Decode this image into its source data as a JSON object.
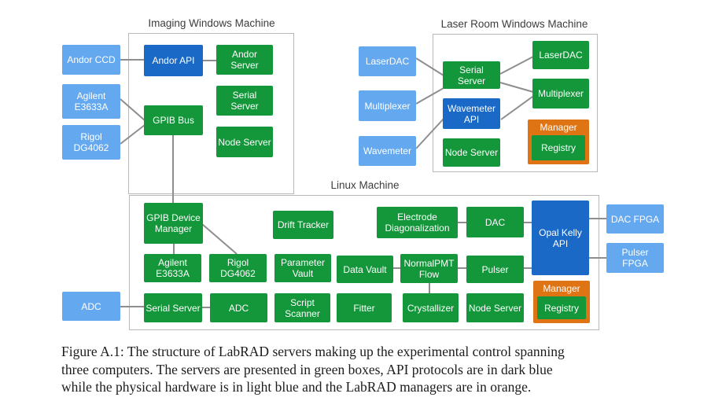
{
  "colors": {
    "server_green": "#14963a",
    "api_blue": "#1a69c7",
    "hardware_blue": "#64a9f0",
    "manager_orange": "#de7414",
    "connector_gray": "#8e8e8e"
  },
  "machines": {
    "imaging": {
      "title": "Imaging Windows Machine"
    },
    "laser": {
      "title": "Laser Room Windows Machine"
    },
    "linux": {
      "title": "Linux Machine"
    }
  },
  "nodes": {
    "andor_ccd": {
      "label": "Andor CCD",
      "type": "hardware"
    },
    "agilent_hw_img": {
      "label": "Agilent E3633A",
      "type": "hardware"
    },
    "rigol_hw_img": {
      "label": "Rigol DG4062",
      "type": "hardware"
    },
    "andor_api": {
      "label": "Andor API",
      "type": "api"
    },
    "gpib_bus": {
      "label": "GPIB Bus",
      "type": "server"
    },
    "andor_server": {
      "label": "Andor Server",
      "type": "server"
    },
    "serial_server_img": {
      "label": "Serial Server",
      "type": "server"
    },
    "node_server_img": {
      "label": "Node Server",
      "type": "server"
    },
    "laserdac_hw": {
      "label": "LaserDAC",
      "type": "hardware"
    },
    "multiplexer_hw": {
      "label": "Multiplexer",
      "type": "hardware"
    },
    "wavemeter_hw": {
      "label": "Wavemeter",
      "type": "hardware"
    },
    "serial_server_laser": {
      "label": "Serial Server",
      "type": "server"
    },
    "wavemeter_api": {
      "label": "Wavemeter API",
      "type": "api"
    },
    "node_server_laser": {
      "label": "Node Server",
      "type": "server"
    },
    "laserdac_srv": {
      "label": "LaserDAC",
      "type": "server"
    },
    "multiplexer_srv": {
      "label": "Multiplexer",
      "type": "server"
    },
    "manager_laser": {
      "label": "Manager",
      "type": "manager"
    },
    "registry_laser": {
      "label": "Registry",
      "type": "server"
    },
    "adc_hw": {
      "label": "ADC",
      "type": "hardware"
    },
    "gpib_device_manager": {
      "label": "GPIB Device Manager",
      "type": "server"
    },
    "agilent_srv": {
      "label": "Agilent E3633A",
      "type": "server"
    },
    "rigol_srv": {
      "label": "Rigol DG4062",
      "type": "server"
    },
    "serial_server_linux": {
      "label": "Serial Server",
      "type": "server"
    },
    "adc_srv": {
      "label": "ADC",
      "type": "server"
    },
    "drift_tracker": {
      "label": "Drift Tracker",
      "type": "server"
    },
    "parameter_vault": {
      "label": "Parameter Vault",
      "type": "server"
    },
    "script_scanner": {
      "label": "Script Scanner",
      "type": "server"
    },
    "data_vault": {
      "label": "Data Vault",
      "type": "server"
    },
    "fitter": {
      "label": "Fitter",
      "type": "server"
    },
    "electrode_diag": {
      "label": "Electrode Diagonalization",
      "type": "server"
    },
    "normalpmt_flow": {
      "label": "NormalPMT Flow",
      "type": "server"
    },
    "crystallizer": {
      "label": "Crystallizer",
      "type": "server"
    },
    "dac_srv": {
      "label": "DAC",
      "type": "server"
    },
    "pulser": {
      "label": "Pulser",
      "type": "server"
    },
    "node_server_linux": {
      "label": "Node Server",
      "type": "server"
    },
    "opal_kelly_api": {
      "label": "Opal Kelly API",
      "type": "api"
    },
    "manager_linux": {
      "label": "Manager",
      "type": "manager"
    },
    "registry_linux": {
      "label": "Registry",
      "type": "server"
    },
    "dac_fpga": {
      "label": "DAC FPGA",
      "type": "hardware"
    },
    "pulser_fpga": {
      "label": "Pulser FPGA",
      "type": "hardware"
    }
  },
  "edges": [
    {
      "from": "andor_ccd",
      "to": "andor_api"
    },
    {
      "from": "andor_api",
      "to": "andor_server"
    },
    {
      "from": "agilent_hw_img",
      "to": "gpib_bus"
    },
    {
      "from": "rigol_hw_img",
      "to": "gpib_bus"
    },
    {
      "from": "gpib_bus",
      "to": "gpib_device_manager"
    },
    {
      "from": "laserdac_hw",
      "to": "serial_server_laser"
    },
    {
      "from": "multiplexer_hw",
      "to": "serial_server_laser"
    },
    {
      "from": "wavemeter_hw",
      "to": "wavemeter_api"
    },
    {
      "from": "serial_server_laser",
      "to": "laserdac_srv"
    },
    {
      "from": "serial_server_laser",
      "to": "multiplexer_srv"
    },
    {
      "from": "wavemeter_api",
      "to": "multiplexer_srv"
    },
    {
      "from": "gpib_device_manager",
      "to": "agilent_srv"
    },
    {
      "from": "gpib_device_manager",
      "to": "rigol_srv"
    },
    {
      "from": "adc_hw",
      "to": "serial_server_linux"
    },
    {
      "from": "serial_server_linux",
      "to": "adc_srv"
    },
    {
      "from": "electrode_diag",
      "to": "dac_srv"
    },
    {
      "from": "dac_srv",
      "to": "opal_kelly_api"
    },
    {
      "from": "data_vault",
      "to": "normalpmt_flow"
    },
    {
      "from": "normalpmt_flow",
      "to": "pulser"
    },
    {
      "from": "pulser",
      "to": "opal_kelly_api"
    },
    {
      "from": "normalpmt_flow",
      "to": "crystallizer"
    },
    {
      "from": "opal_kelly_api",
      "to": "dac_fpga"
    },
    {
      "from": "opal_kelly_api",
      "to": "pulser_fpga"
    }
  ],
  "caption": {
    "lines": [
      "Figure A.1: The structure of LabRAD servers making up the experimental control spanning",
      "three computers. The servers are presented in green boxes, API protocols are in dark blue",
      "while the physical hardware is in light blue and the LabRAD managers are in orange."
    ]
  }
}
